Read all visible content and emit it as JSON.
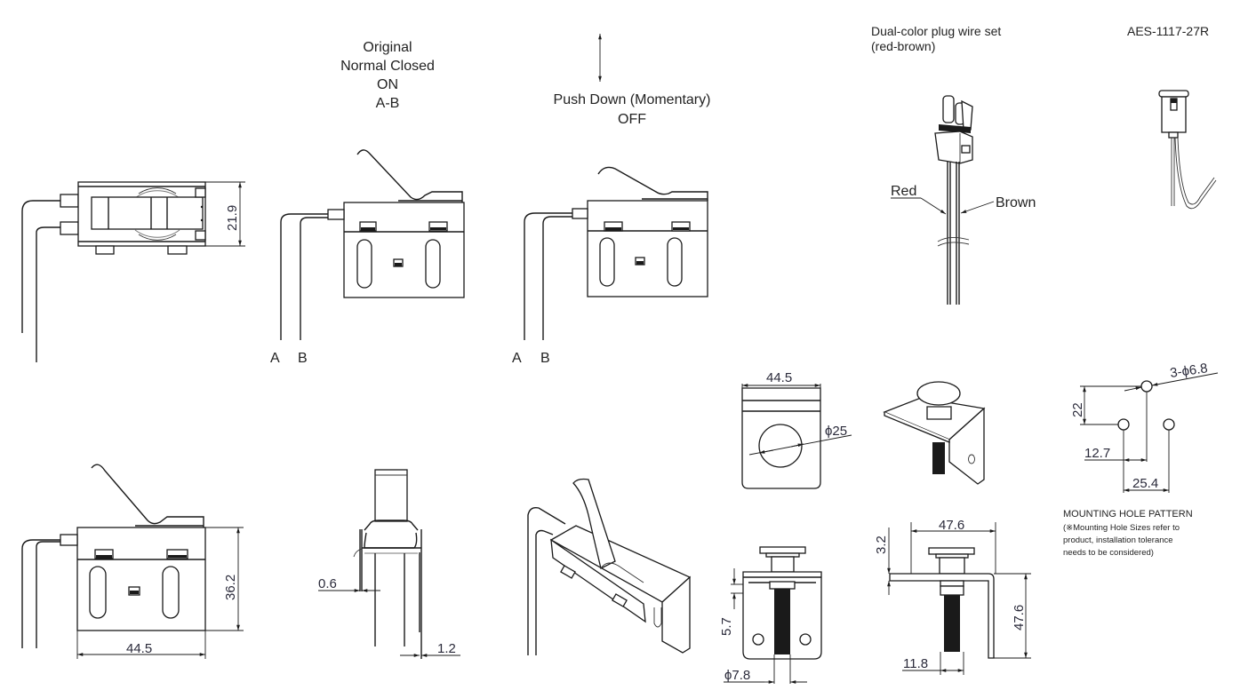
{
  "sheet": {
    "views": {
      "top_view": {
        "dim_height": "21.9"
      },
      "state_on": {
        "caption_lines": [
          "Original",
          "Normal Closed",
          "ON",
          "A-B"
        ],
        "terminal_a": "A",
        "terminal_b": "B"
      },
      "state_off": {
        "caption_lines": [
          "Push Down (Momentary)",
          "OFF"
        ],
        "terminal_a": "A",
        "terminal_b": "B",
        "arrow_icon": "double-vertical-arrow"
      },
      "wire_set": {
        "title_lines": [
          "Dual-color plug wire set",
          "(red-brown)"
        ],
        "label_red": "Red",
        "label_brown": "Brown"
      },
      "model": {
        "label": "AES-1117-27R"
      },
      "front_view": {
        "dim_height": "36.2",
        "dim_width": "44.5"
      },
      "side_view": {
        "dim_left": "0.6",
        "dim_right": "1.2"
      },
      "bracket_front": {
        "dim_width": "44.5",
        "dim_hole": "ϕ25"
      },
      "bracket_side_a": {
        "dim_height": "5.7",
        "dim_bolt": "ϕ7.8"
      },
      "bracket_side_b": {
        "dim_width": "47.6",
        "dim_thickness": "3.2",
        "dim_height": "47.6",
        "dim_offset": "11.8"
      },
      "hole_pattern": {
        "dim_holes": "3-ϕ6.8",
        "dim_vertical": "22",
        "dim_half_span": "12.7",
        "dim_span": "25.4",
        "title": "MOUNTING HOLE PATTERN",
        "note_lines": [
          "(※Mounting Hole Sizes refer to",
          "product, installation tolerance",
          "needs to be considered)"
        ]
      }
    }
  }
}
